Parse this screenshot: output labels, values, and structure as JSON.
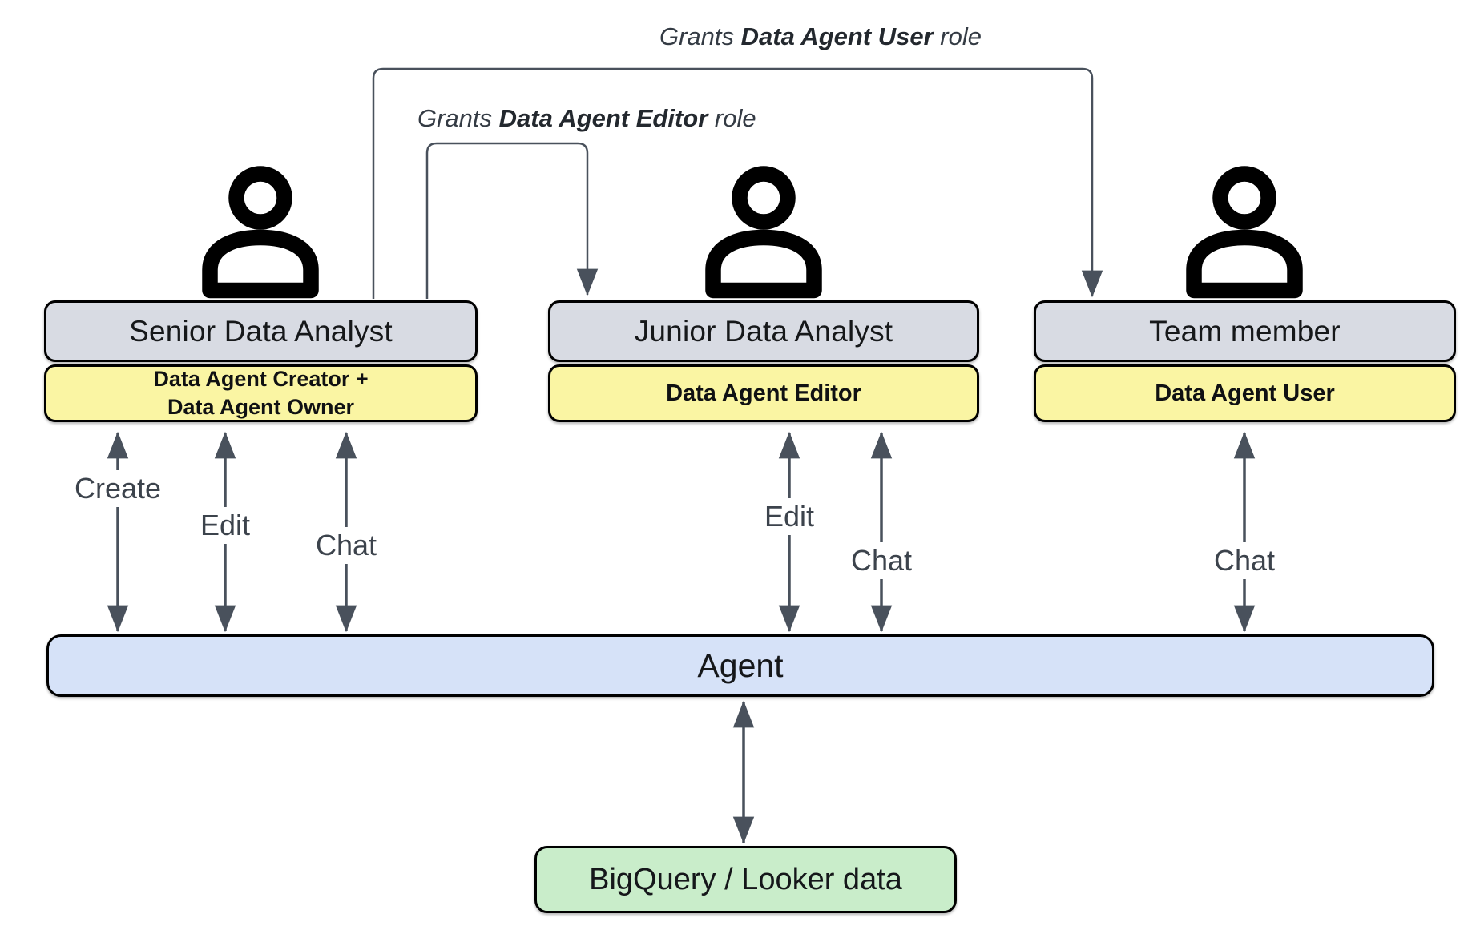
{
  "grant_labels": [
    {
      "prefix": "Grants ",
      "role": "Data Agent User",
      "suffix": " role"
    },
    {
      "prefix": "Grants ",
      "role": "Data Agent Editor",
      "suffix": " role"
    }
  ],
  "actors": [
    {
      "name": "Senior Data Analyst",
      "badge_line1": "Data Agent Creator +",
      "badge_line2": "Data Agent Owner",
      "actions": [
        "Create",
        "Edit",
        "Chat"
      ]
    },
    {
      "name": "Junior Data Analyst",
      "badge_line1": "Data Agent Editor",
      "actions": [
        "Edit",
        "Chat"
      ]
    },
    {
      "name": "Team member",
      "badge_line1": "Data Agent User",
      "actions": [
        "Chat"
      ]
    }
  ],
  "agent_label": "Agent",
  "data_store_label": "BigQuery / Looker data",
  "colors": {
    "role_box_fill": "#d8dbe3",
    "badge_fill": "#faf5a3",
    "agent_fill": "#d6e2f8",
    "data_store_fill": "#c9edca",
    "arrow": "#49515c",
    "border": "#000000"
  }
}
